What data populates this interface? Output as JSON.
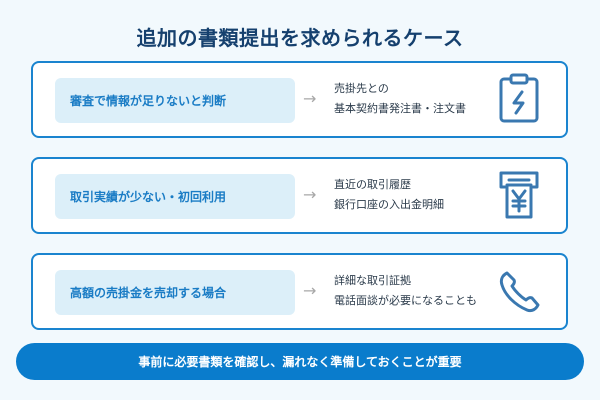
{
  "title": "追加の書類提出を求められるケース",
  "cases": [
    {
      "situation": "審査で情報が足りないと判断",
      "documents": [
        "売掛先との",
        "基本契約書発注書・注文書"
      ],
      "icon": "clipboard-lightning-icon"
    },
    {
      "situation": "取引実績が少ない・初回利用",
      "documents": [
        "直近の取引履歴",
        "銀行口座の入出金明細"
      ],
      "icon": "atm-yen-icon"
    },
    {
      "situation": "高額の売掛金を売却する場合",
      "documents": [
        "詳細な取引証拠",
        "電話面談が必要になることも"
      ],
      "icon": "phone-icon"
    }
  ],
  "arrow_glyph": "→",
  "bottom_note": "事前に必要書類を確認し、漏れなく準備しておくことが重要",
  "colors": {
    "title": "#15406e",
    "accent": "#1a84cf",
    "case_bg": "#dceff9",
    "case_text": "#1a7cc5",
    "icon": "#3a78b0",
    "banner": "#0a7ccc"
  }
}
